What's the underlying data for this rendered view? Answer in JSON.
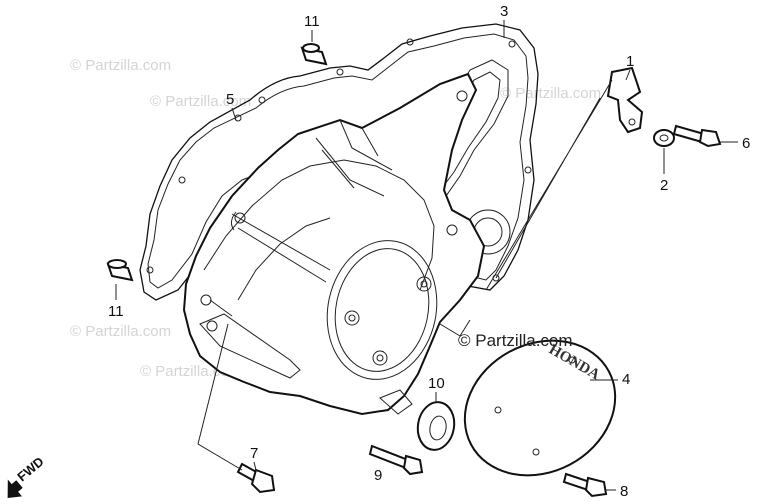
{
  "watermarks": [
    {
      "text": "© Partzilla.com"
    },
    {
      "text": "© Partzilla.com"
    },
    {
      "text": "© Partzilla.com"
    },
    {
      "text": "© Partzilla.com"
    },
    {
      "text": "© Partzilla.com"
    }
  ],
  "center_watermark": "© Partzilla.com",
  "emblem_text": "HONDA",
  "direction_label": "FWD",
  "callouts": {
    "p1": "1",
    "p2": "2",
    "p3": "3",
    "p4": "4",
    "p5": "5",
    "p6": "6",
    "p7": "7",
    "p8": "8",
    "p9": "9",
    "p10": "10",
    "p11a": "11",
    "p11b": "11"
  }
}
